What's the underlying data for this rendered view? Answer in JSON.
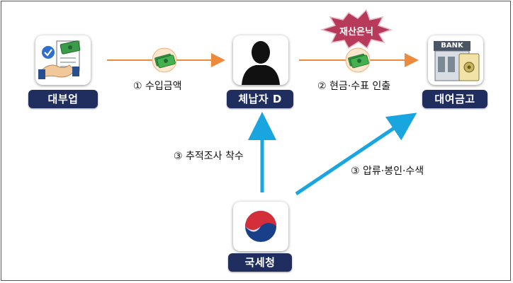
{
  "nodes": {
    "lender": {
      "label": "대부업"
    },
    "debtor": {
      "label": "체납자 D"
    },
    "bank": {
      "label": "대여금고",
      "sign": "BANK"
    },
    "nts": {
      "label": "국세청"
    }
  },
  "steps": {
    "income": "① 수입금액",
    "withdraw": "② 현금·수표 인출",
    "trace": "③ 추적조사 착수",
    "seize": "③ 압류·봉인·수색"
  },
  "badge": {
    "text": "재산은닉"
  },
  "colors": {
    "label_bg": "#1f2e5e",
    "flow_arrow": "#ed8a3c",
    "action_arrow": "#19a6e0",
    "badge": "#b73a5a"
  }
}
